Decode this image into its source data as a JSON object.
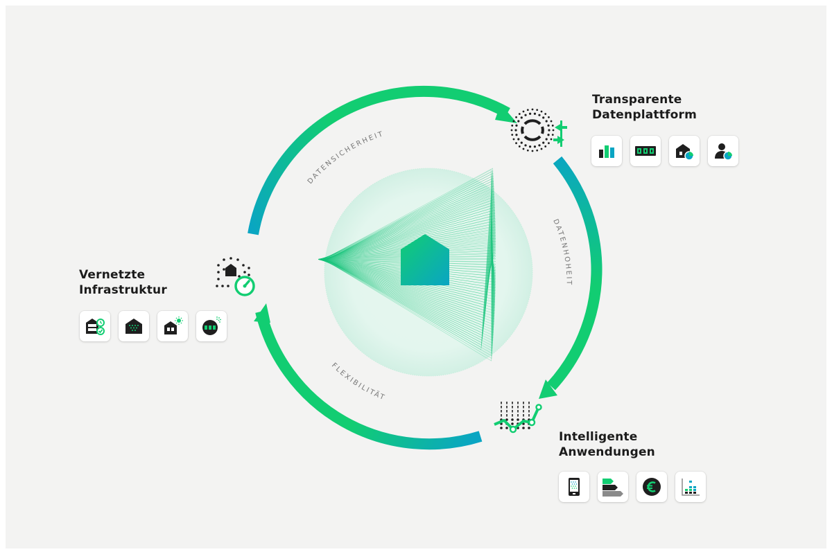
{
  "center": {
    "icon": "house-icon"
  },
  "ring": {
    "labels": {
      "top": "DATENSICHERHEIT",
      "right": "DATENHOHEIT",
      "bottom": "FLEXIBILITÄT"
    }
  },
  "sections": {
    "top_right": {
      "title_line1": "Transparente",
      "title_line2": "Datenplattform",
      "node_icon": "data-sync-icon",
      "tiles": [
        {
          "icon": "bar-chart-icon"
        },
        {
          "icon": "meter-display-icon"
        },
        {
          "icon": "house-pie-chart-icon"
        },
        {
          "icon": "user-pie-chart-icon"
        }
      ]
    },
    "left": {
      "title_line1": "Vernetzte",
      "title_line2": "Infrastruktur",
      "node_icon": "house-gauge-icon",
      "tiles": [
        {
          "icon": "server-check-icon"
        },
        {
          "icon": "house-network-icon"
        },
        {
          "icon": "house-solar-icon"
        },
        {
          "icon": "smart-meter-icon"
        }
      ]
    },
    "bottom_right": {
      "title_line1": "Intelligente",
      "title_line2": "Anwendungen",
      "node_icon": "trend-line-icon",
      "tiles": [
        {
          "icon": "mobile-app-icon"
        },
        {
          "icon": "energy-label-icon"
        },
        {
          "icon": "euro-coin-icon"
        },
        {
          "icon": "stacked-chart-icon"
        }
      ]
    }
  },
  "colors": {
    "green": "#12cd72",
    "teal": "#0aa5c3",
    "dark": "#1f1f1f",
    "background": "#f3f3f2"
  }
}
